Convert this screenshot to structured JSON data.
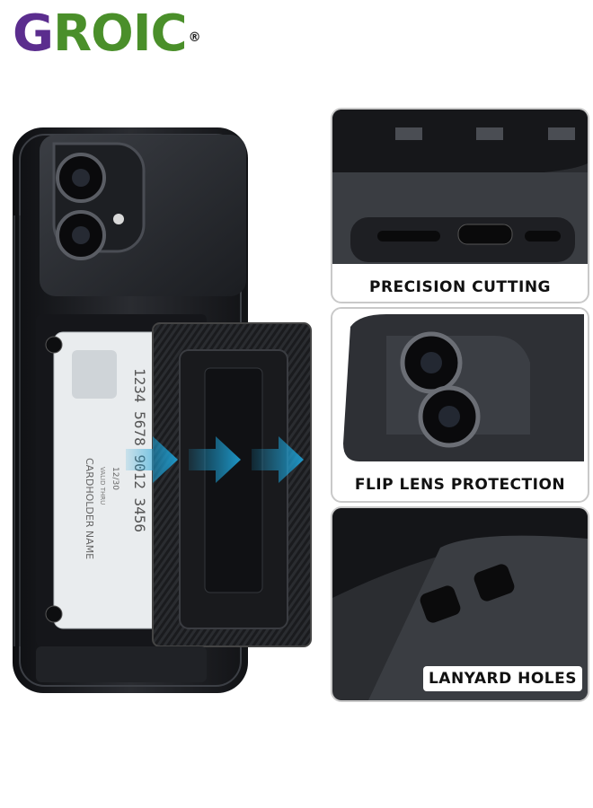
{
  "brand": {
    "logo_first": "G",
    "logo_rest": "ROIC",
    "registered_mark": "®"
  },
  "hero_card": {
    "card_number": "1234 5678 9012 3456",
    "cardholder": "CARDHOLDER NAME",
    "valid": "VALID THRU",
    "expiry": "12/30"
  },
  "features": [
    {
      "label": "PRECISION CUTTING",
      "icon": "port-cutout-icon"
    },
    {
      "label": "FLIP LENS PROTECTION",
      "icon": "camera-lens-icon"
    },
    {
      "label": "LANYARD HOLES",
      "icon": "lanyard-hole-icon"
    }
  ],
  "colors": {
    "case": "#1c1e22",
    "arrow": "#1ea3d8",
    "logo_purple": "#5b2d8e",
    "logo_green": "#4a8f2a"
  }
}
